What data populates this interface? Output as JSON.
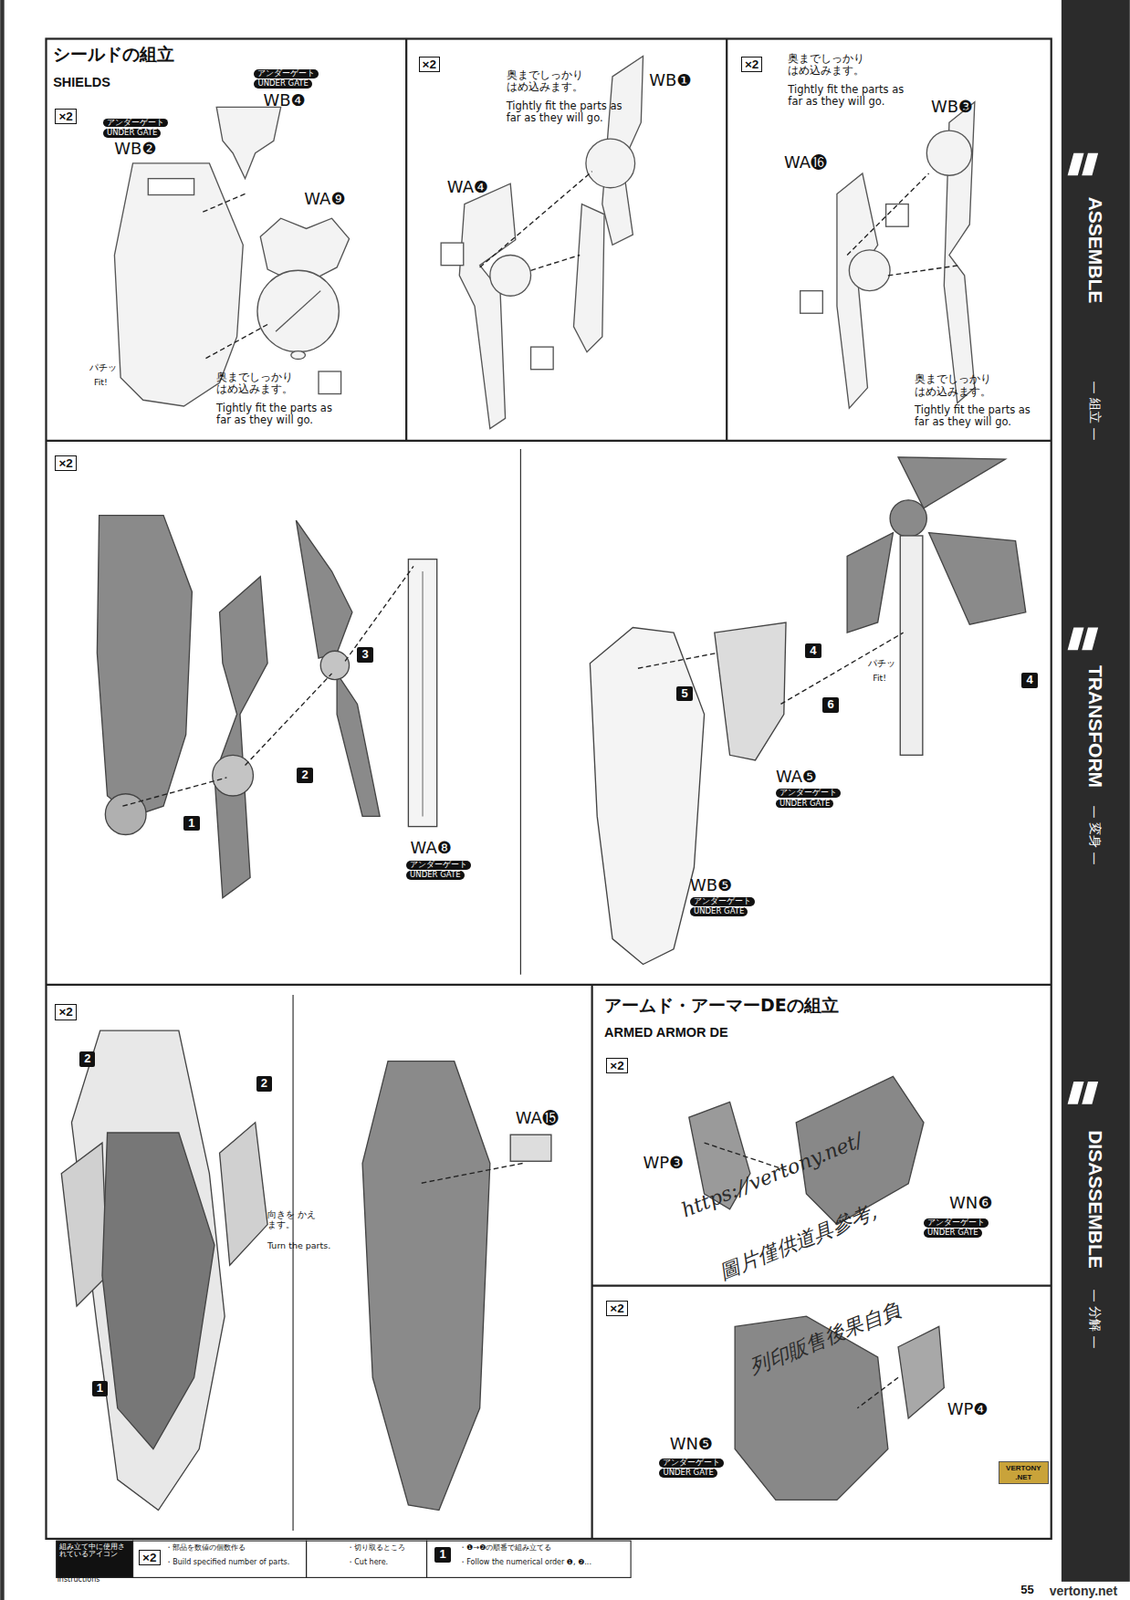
{
  "diagram": {
    "labels": [
      "シールドの組立",
      "SHIELDS",
      "アンダーゲート",
      "UNDER GATE",
      "WB❹",
      "×2",
      "アンダーゲート",
      "UNDER GATE",
      "WB❷",
      "WA❾",
      "パチッ",
      "Fit!",
      "奥までしっかり はめ込みます。",
      "Tightly fit the parts as far as they will go.",
      "×2",
      "奥までしっかり はめ込みます。",
      "Tightly fit the parts as far as they will go.",
      "WB❶",
      "WA❹",
      "×2",
      "奥までしっかり はめ込みます。",
      "Tightly fit the parts as far as they will go.",
      "WB❸",
      "WA⓰",
      "奥までしっかり はめ込みます。",
      "Tightly fit the parts as far as they will go.",
      "×2",
      "1",
      "2",
      "3",
      "WA❽",
      "アンダーゲート",
      "UNDER GATE",
      "5",
      "4",
      "パチッ",
      "Fit!",
      "6",
      "4",
      "WA❺",
      "アンダーゲート",
      "UNDER GATE",
      "WB❺",
      "アンダーゲート",
      "UNDER GATE",
      "×2",
      "2",
      "2",
      "1",
      "向きを かえます。",
      "Turn the parts.",
      "WA⓯",
      "アームド・アーマーDEの組立",
      "ARMED ARMOR DE",
      "×2",
      "WP❸",
      "WN❻",
      "アンダーゲート",
      "UNDER GATE",
      "×2",
      "WP❹",
      "WN❺",
      "アンダーゲート",
      "UNDER GATE",
      "https://vertony.net/",
      "圖片僅供道具參考,",
      "列印販售後果自負",
      "VERTONY .NET",
      "ASSEMBLE",
      "— 組立 —",
      "TRANSFORM",
      "— 変身 —",
      "DISASSEMBLE",
      "— 分解 —",
      "組み立て中に使用されているアイコン",
      "Symbols used in instructions",
      "×2",
      "・部品を数値の個数作る",
      "・Build specified number of parts.",
      "・切り取るところ",
      "・Cut here.",
      "1",
      "・❶→❷の順番で組み立てる",
      "・Follow the numerical order ❶, ❷...",
      "55",
      "vertony.net"
    ]
  }
}
